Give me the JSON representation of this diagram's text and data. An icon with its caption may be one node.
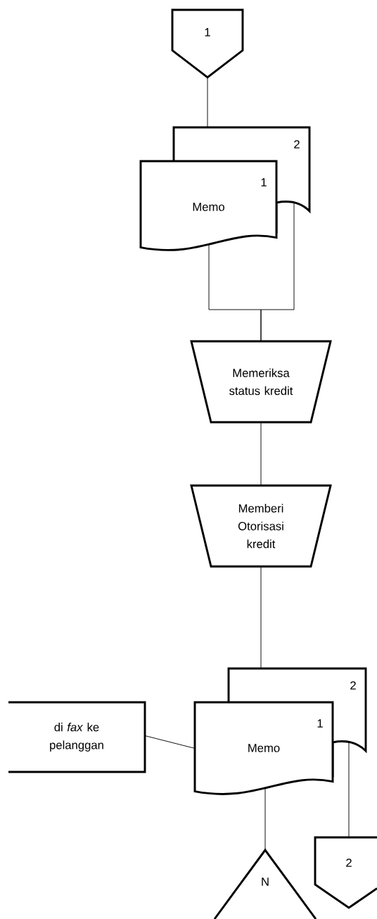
{
  "diagram": {
    "nodes": [
      {
        "text": [
          "1"
        ]
      },
      {
        "text": [
          "2"
        ]
      },
      {
        "text": [
          "1",
          "Memo"
        ]
      },
      {
        "text": [
          "Memeriksa status kredit"
        ]
      },
      {
        "text": [
          "Memberi Otorisasi kredit"
        ]
      },
      {
        "text": [
          "2"
        ]
      },
      {
        "text": [
          "1",
          "Memo"
        ]
      },
      {
        "text": [
          "di *fax* ke pelanggan"
        ]
      },
      {
        "text": [
          "N"
        ]
      },
      {
        "text": [
          "2"
        ]
      }
    ],
    "edges": [
      {
        "from": 0,
        "to": 1,
        "arrow": "none"
      },
      {
        "from": 2,
        "to": 3,
        "arrow": "none"
      },
      {
        "from": 1,
        "to": 3,
        "arrow": "none"
      },
      {
        "from": 3,
        "to": 4,
        "arrow": "none"
      },
      {
        "from": 4,
        "to": 5,
        "arrow": "none"
      },
      {
        "from": 7,
        "to": 6,
        "arrow": "none"
      },
      {
        "from": 6,
        "to": 8,
        "arrow": "none"
      },
      {
        "from": 5,
        "to": 9,
        "arrow": "none"
      }
    ]
  }
}
